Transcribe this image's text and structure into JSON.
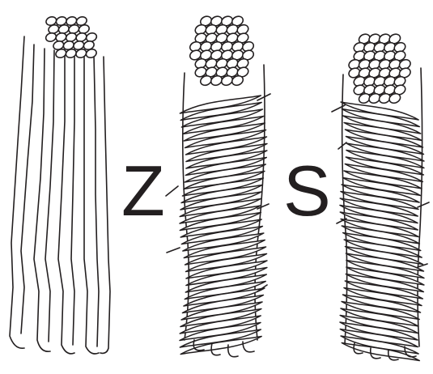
{
  "labels": {
    "z": "Z",
    "s": "S"
  },
  "colors": {
    "ink": "#231f20",
    "background": "#ffffff"
  },
  "strands": [
    {
      "kind": "untwisted"
    },
    {
      "kind": "twisted",
      "direction": "Z"
    },
    {
      "kind": "twisted",
      "direction": "S"
    }
  ]
}
